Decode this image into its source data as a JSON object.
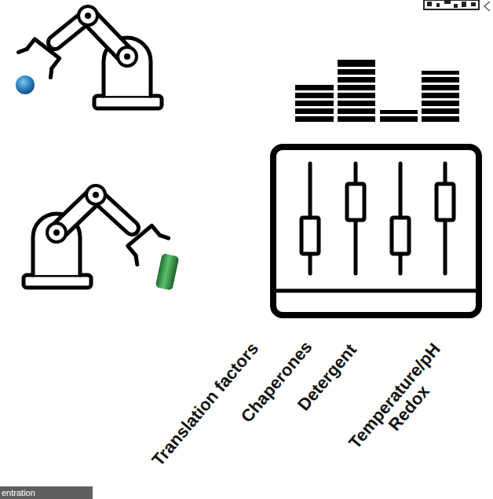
{
  "diagram": {
    "nodes": [
      {
        "text": [
          "entration"
        ]
      }
    ],
    "labels": [
      "Translation factors",
      "Chaperones",
      "Detergent",
      "Temperature/pH Redox"
    ]
  }
}
